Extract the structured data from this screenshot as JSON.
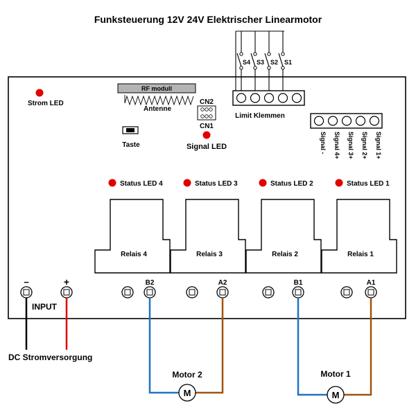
{
  "title": "Funksteuerung 12V 24V Elektrischer Linearmotor",
  "board": {
    "strom_led": "Strom LED",
    "rf_modul": "RF modull",
    "antenne": "Antenne",
    "taste": "Taste",
    "cn2": "CN2",
    "cn1": "CN1",
    "signal_led": "Signal LED",
    "limit_klemmen": "Limit Klemmen",
    "switches": [
      "S4",
      "S3",
      "S2",
      "S1"
    ],
    "signal_terminals": [
      "Signal -",
      "Signal 4+",
      "Signal 3+",
      "Signal 2+",
      "Signal 1+"
    ],
    "status_leds": [
      "Status LED 4",
      "Status LED 3",
      "Status LED 2",
      "Status LED 1"
    ],
    "relays": [
      "Relais 4",
      "Relais 3",
      "Relais 2",
      "Relais 1"
    ],
    "output_labels": [
      "B2",
      "A2",
      "B1",
      "A1"
    ],
    "minus": "−",
    "plus": "+",
    "input": "INPUT"
  },
  "power": {
    "label": "DC Stromversorgung"
  },
  "motors": [
    {
      "label": "Motor 2",
      "symbol": "M"
    },
    {
      "label": "Motor 1",
      "symbol": "M"
    }
  ],
  "colors": {
    "led_red": "#e00000",
    "wire_blue": "#1f72c4",
    "wire_brown": "#a0520f",
    "wire_red": "#e00000",
    "wire_black": "#000000",
    "rf_module_fill": "#b4b4b4"
  }
}
